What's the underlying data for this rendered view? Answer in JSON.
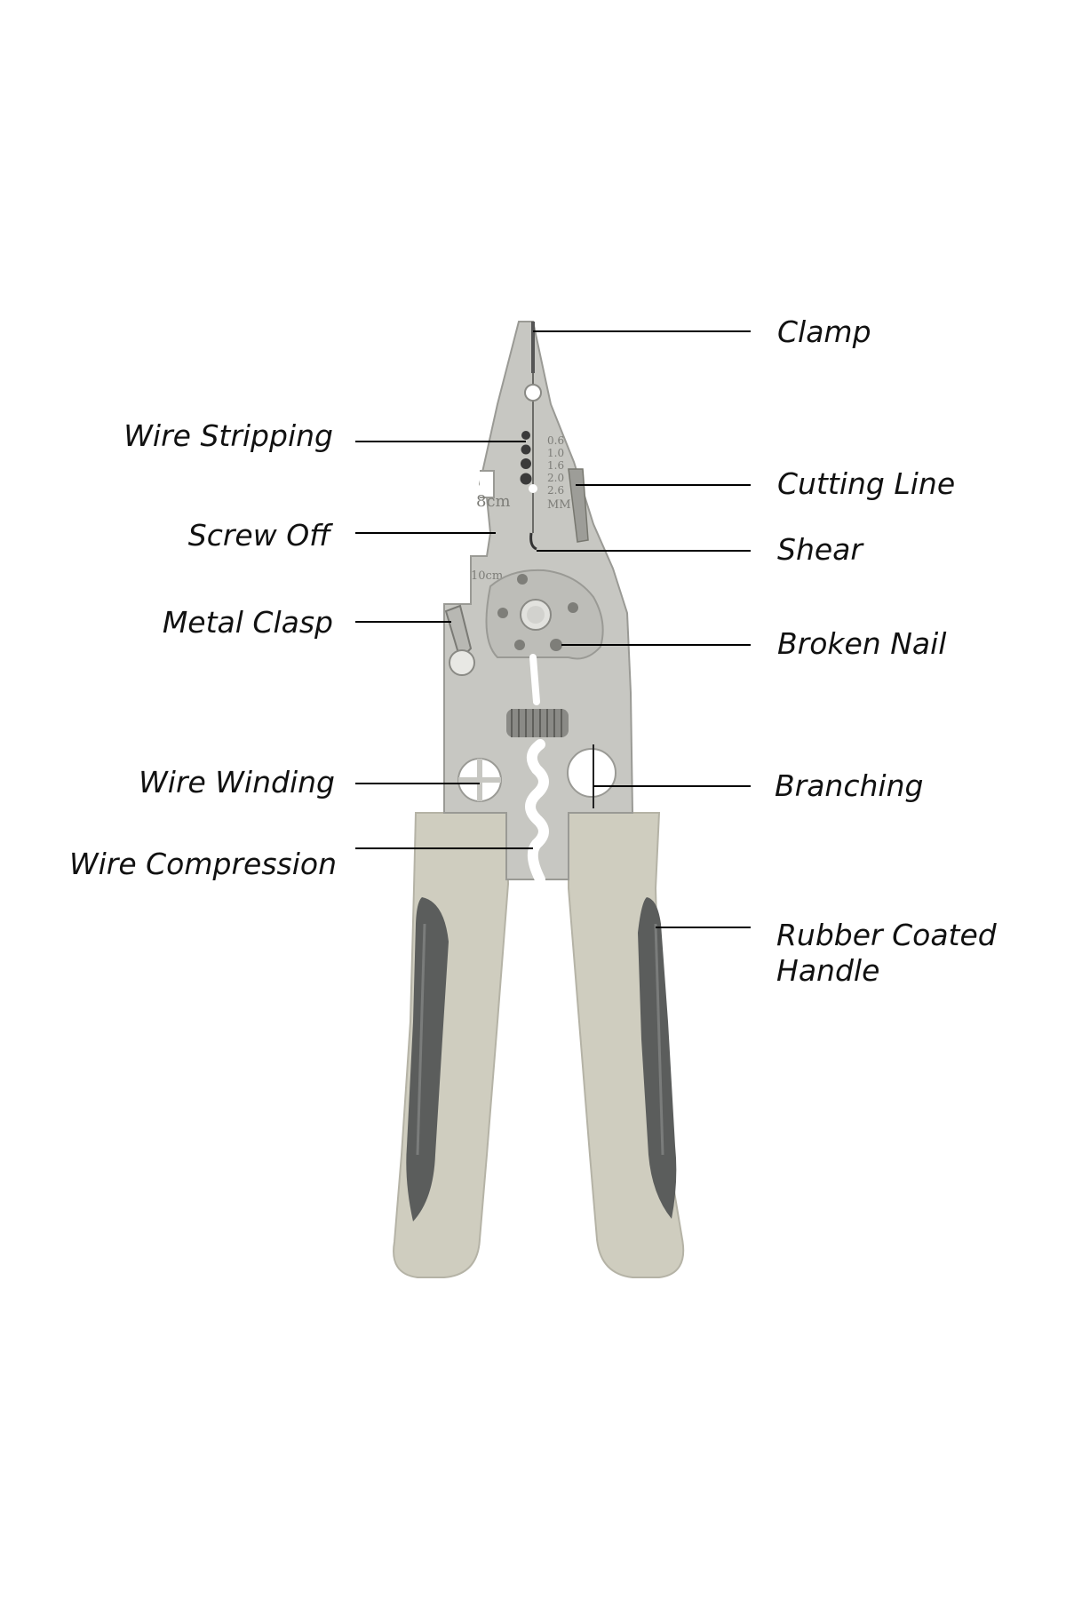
{
  "callouts": {
    "clamp": "Clamp",
    "wire_stripping": "Wire Stripping",
    "cutting_line": "Cutting Line",
    "screw_off": "Screw Off",
    "shear": "Shear",
    "metal_clasp": "Metal Clasp",
    "broken_nail": "Broken Nail",
    "wire_winding": "Wire Winding",
    "branching": "Branching",
    "wire_compression": "Wire Compression",
    "rubber_coated_handle_line1": "Rubber Coated",
    "rubber_coated_handle_line2": "Handle"
  },
  "tool_markings": {
    "gauge_values": [
      "0.6",
      "1.0",
      "1.6",
      "2.0",
      "2.6"
    ],
    "gauge_unit": "MM",
    "length_8cm": "8cm",
    "length_10cm": "10cm"
  },
  "colors": {
    "background": "#ffffff",
    "steel": "#c7c7c2",
    "steel_shadow": "#a9a9a4",
    "handle_beige": "#cfcdbf",
    "handle_grip": "#5b5d5c",
    "spring": "#8a8a86",
    "leader_line": "#000000",
    "label_text": "#111111"
  },
  "icons": {
    "tool": "multifunction-wire-stripper-pliers"
  }
}
